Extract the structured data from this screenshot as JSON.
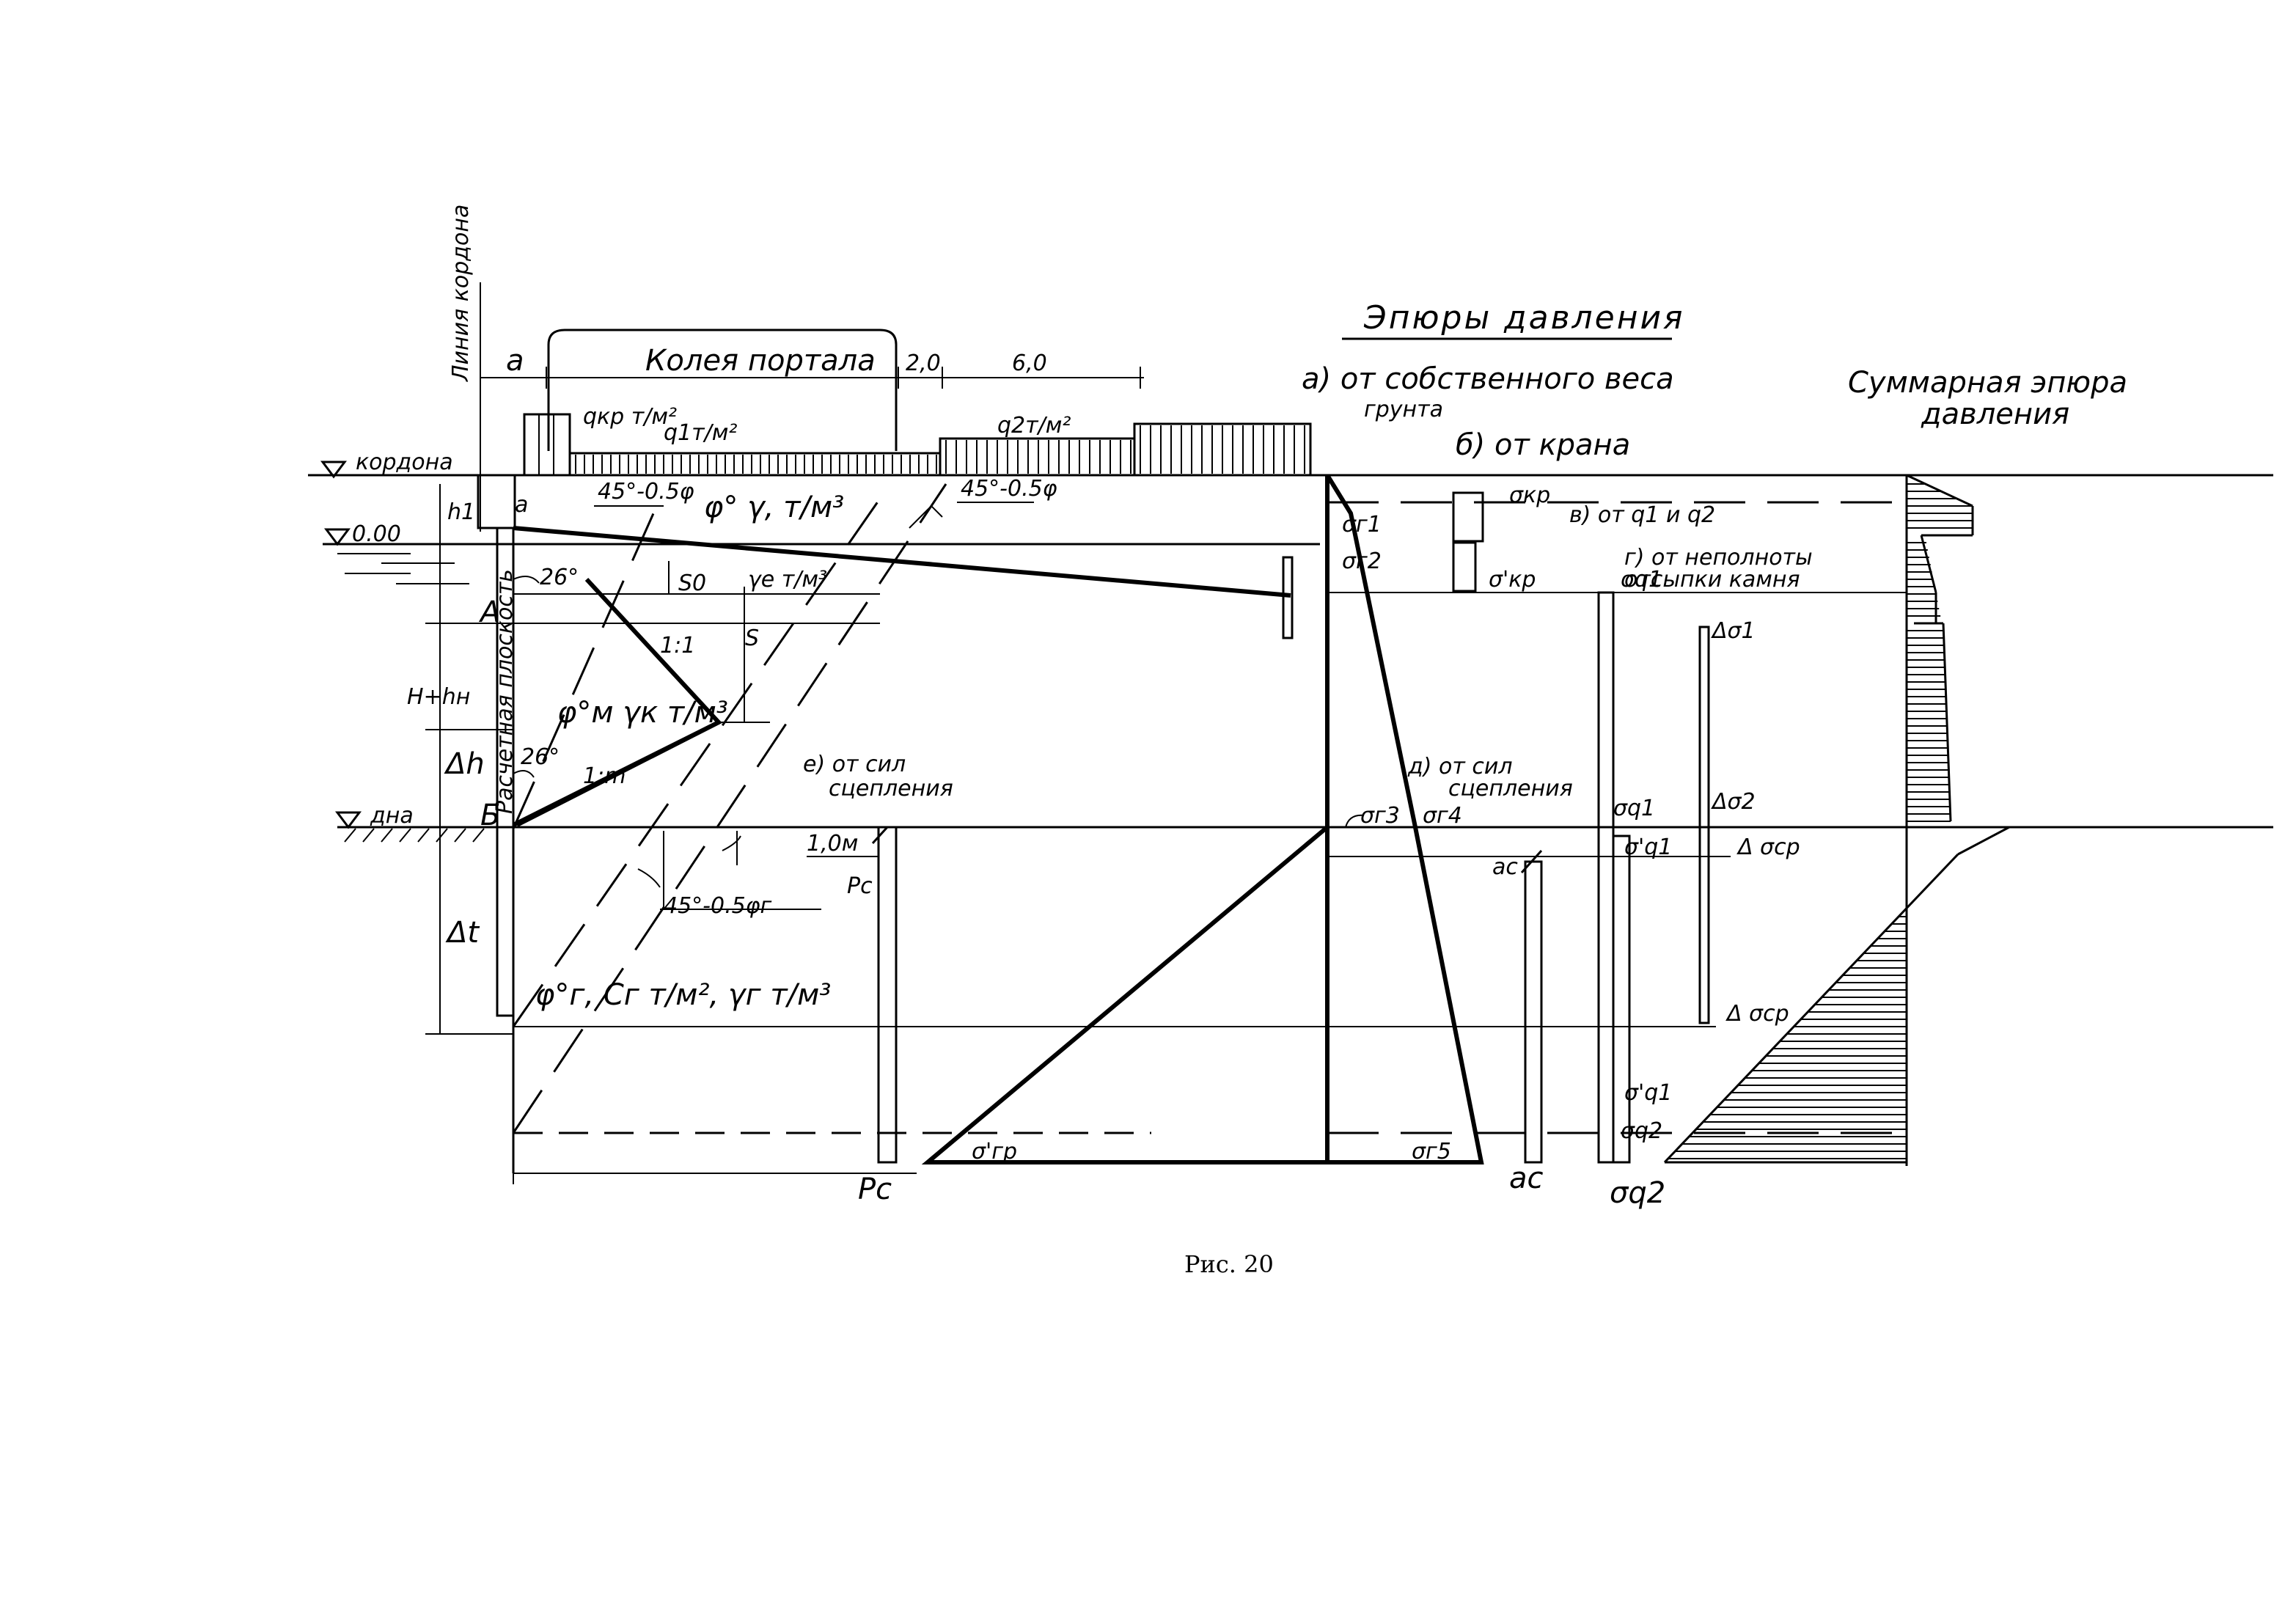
{
  "caption": "Рис. 20",
  "title": "Эпюры давления",
  "summary_title_line1": "Суммарная эпюра",
  "summary_title_line2": "давления",
  "left_labels": {
    "kordon_line": "Линия кордона",
    "kordon_level": "кордона",
    "zero_level": "0.00",
    "bottom_level": "дна",
    "design_plane": "Расчетная плоскость",
    "A": "А",
    "B": "Б",
    "H_plus_h": "H+hн",
    "h1": "h1",
    "dh": "Δh",
    "dt": "Δt"
  },
  "top_labels": {
    "a": "a",
    "portal_track": "Колея портала",
    "dim_2": "2,0",
    "dim_6": "6,0",
    "q_kr": "qкр т/м²",
    "q1": "q1т/м²",
    "q2": "q2т/м²",
    "angle_1": "45°-0.5φ",
    "angle_2": "45°-0.5φ",
    "angle_3": "45°-0.5φг",
    "phi_gamma": "φ° γ, т/м³",
    "gamma_e": "γе т/м³",
    "s0": "S0",
    "s": "S",
    "a_small": "a",
    "angle_26_top": "26°",
    "angle_26_bot": "26°",
    "slope_1_1": "1:1",
    "slope_1_m": "1:m",
    "phi_m": "φ°м γк т/м³",
    "phi_g": "φ°г, Cг т/м², γг т/м³",
    "dim_1m": "1,0м"
  },
  "epure_labels": {
    "a_self": "а) от собственного веса",
    "a_self_2": "грунта",
    "b_crane": "б) от крана",
    "v_q": "в) от q1 и q2",
    "g_incomplete": "г) от неполноты",
    "g_incomplete_2": "отсыпки камня",
    "d_cohesion": "д) от сил",
    "d_cohesion_2": "сцепления",
    "e_cohesion": "е) от сил",
    "e_cohesion_2": "сцепления",
    "sigma_g1": "σг1",
    "sigma_g2": "σг2",
    "sigma_g3": "σг3",
    "sigma_g4": "σг4",
    "sigma_g5": "σг5",
    "sigma_gr": "σ'гр",
    "sigma_kr": "σкр",
    "sigma_kr_prime": "σ'кр",
    "sigma_q1_top": "σq1",
    "sigma_q1_mid": "σq1",
    "sigma_q1_prime": "σ'q1",
    "sigma_q1_prime_low": "σ'q1",
    "sigma_q2": "σq2",
    "sigma_q2_bot": "σq2",
    "d_sigma1": "Δσ1",
    "d_sigma2": "Δσ2",
    "d_sigma_cp": "Δ σср",
    "d_sigma_cp2": "Δ σср",
    "pc_top": "Pс",
    "pc_bot": "Pс",
    "ac_top": "ac",
    "ac_bot": "ac"
  }
}
